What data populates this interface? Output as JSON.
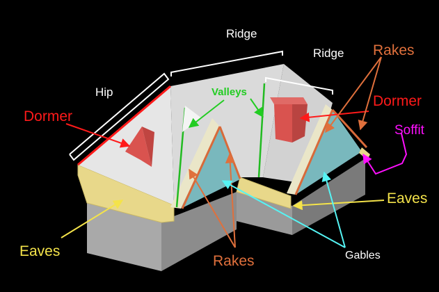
{
  "labels": {
    "ridge_main": "Ridge",
    "ridge_right": "Ridge",
    "hip": "Hip",
    "dormer_left": "Dormer",
    "dormer_right": "Dormer",
    "valleys": "Valleys",
    "rakes_top": "Rakes",
    "rakes_bottom": "Rakes",
    "soffit": "Soffit",
    "eaves_left": "Eaves",
    "eaves_right": "Eaves",
    "gables": "Gables"
  },
  "colors": {
    "background": "#000000",
    "roof": "#e3e3e3",
    "roof_shade": "#cfcfcf",
    "wall_front": "#a9a9a9",
    "wall_side": "#8c8c8c",
    "wall_dark": "#7a7a7a",
    "eave_trim": "#e8d88a",
    "gable": "#79b8bd",
    "rake": "#d86a3a",
    "valley": "#22bb22",
    "dormer": "#d9534f",
    "label_white": "#ffffff",
    "label_red": "#ff1a1a",
    "label_orange": "#e0703c",
    "label_yellow": "#f4e34a",
    "label_green": "#22cc22",
    "label_magenta": "#ff10ff",
    "arrow_cyan": "#55f4f4"
  }
}
